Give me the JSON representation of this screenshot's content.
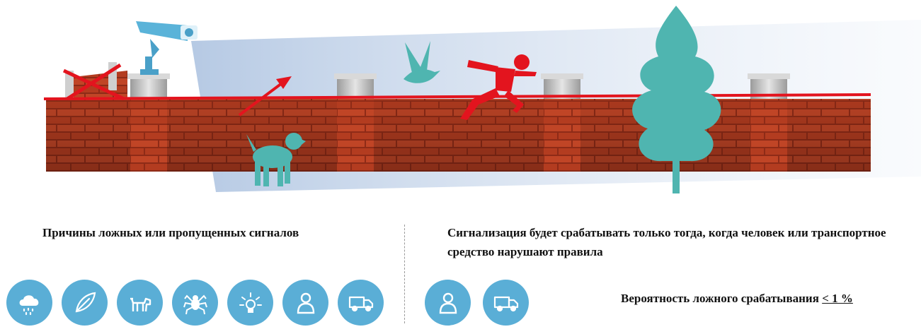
{
  "colors": {
    "accent_icon": "#5aaed6",
    "brick": "#b03a22",
    "alarm_line": "#e3141e",
    "teal_figures": "#4fb5b0",
    "beam": "#c9d8ec"
  },
  "left_panel": {
    "caption": "Причины ложных или пропущенных сигналов",
    "icons": [
      {
        "name": "rain-cloud-icon"
      },
      {
        "name": "leaf-icon"
      },
      {
        "name": "dog-icon"
      },
      {
        "name": "spider-icon"
      },
      {
        "name": "light-bulb-icon"
      },
      {
        "name": "person-icon"
      },
      {
        "name": "truck-icon"
      }
    ]
  },
  "right_panel": {
    "caption": "Сигнализация будет срабатывать только тогда, когда человек или транспортное средство нарушают правила",
    "icons": [
      {
        "name": "person-icon"
      },
      {
        "name": "truck-icon"
      }
    ],
    "probability_label": "Вероятность ложного срабатывания",
    "probability_value": "< 1 %"
  }
}
